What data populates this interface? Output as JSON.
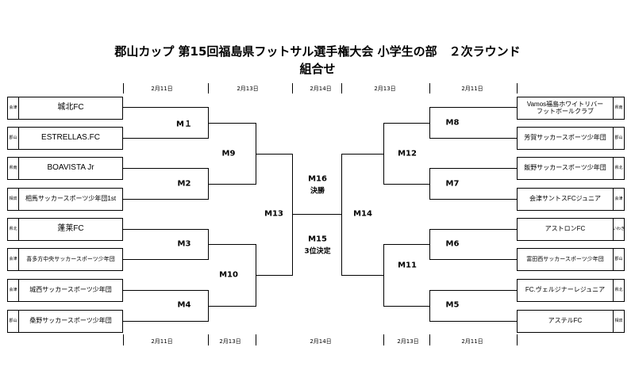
{
  "title": "郡山カップ 第15回福島県フットサル選手権大会 小学生の部　２次ラウンド",
  "subtitle": "組合せ",
  "dates": {
    "top": [
      "2月11日",
      "2月13日",
      "2月14日",
      "2月13日",
      "2月11日"
    ],
    "bottom": [
      "2月11日",
      "2月13日",
      "2月14日",
      "2月13日",
      "2月11日"
    ]
  },
  "left_teams": [
    {
      "region": [
        "会",
        "津"
      ],
      "name": "城北FC"
    },
    {
      "region": [
        "郡",
        "山"
      ],
      "name": "ESTRELLAS.FC"
    },
    {
      "region": [
        "県",
        "南"
      ],
      "name": "BOAVISTA Jr"
    },
    {
      "region": [
        "相",
        "双"
      ],
      "name": "相馬サッカースポーツ少年団1st"
    },
    {
      "region": [
        "県",
        "北"
      ],
      "name": "蓬莱FC"
    },
    {
      "region": [
        "会",
        "津"
      ],
      "name": "喜多方中央サッカースポーツ少年団"
    },
    {
      "region": [
        "会",
        "津"
      ],
      "name": "城西サッカースポーツ少年団"
    },
    {
      "region": [
        "郡",
        "山"
      ],
      "name": "桑野サッカースポーツ少年団"
    }
  ],
  "right_teams": [
    {
      "region": [
        "県",
        "南"
      ],
      "name_lines": [
        "Vamos福島ホワイトリバー",
        "フットボールクラブ"
      ]
    },
    {
      "region": [
        "郡",
        "山"
      ],
      "name_lines": [
        "芳賀サッカースポーツ少年団"
      ]
    },
    {
      "region": [
        "県",
        "北"
      ],
      "name_lines": [
        "飯野サッカースポーツ少年団"
      ]
    },
    {
      "region": [
        "会",
        "津"
      ],
      "name_lines": [
        "会津サントスFCジュニア"
      ]
    },
    {
      "region": [
        "い",
        "わ",
        "き"
      ],
      "name_lines": [
        "アストロンFC"
      ]
    },
    {
      "region": [
        "郡",
        "山"
      ],
      "name_lines": [
        "富田西サッカースポーツ少年団"
      ]
    },
    {
      "region": [
        "県",
        "北"
      ],
      "name_lines": [
        "FC.ヴェルジナーレジュニア"
      ]
    },
    {
      "region": [
        "相",
        "双"
      ],
      "name_lines": [
        "アステルFC"
      ]
    }
  ],
  "matches": {
    "m1": "M１",
    "m2": "M2",
    "m3": "M3",
    "m4": "M4",
    "m5": "M5",
    "m6": "M6",
    "m7": "M7",
    "m8": "M8",
    "m9": "M9",
    "m10": "M10",
    "m11": "M11",
    "m12": "M12",
    "m13": "M13",
    "m14": "M14",
    "m15": "M15",
    "m16": "M16"
  },
  "final_label": "決勝",
  "third_place_label": "3位決定"
}
